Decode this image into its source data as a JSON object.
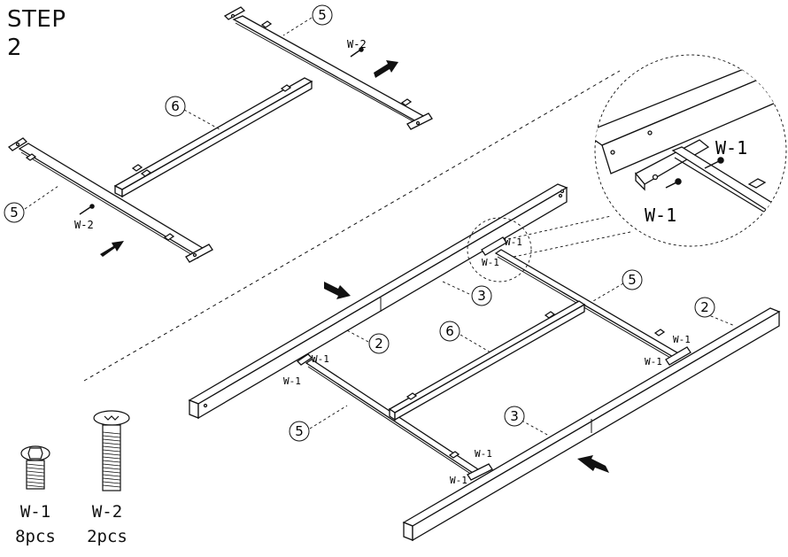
{
  "step": {
    "label": "STEP",
    "number": "2"
  },
  "parts": {
    "p2": "2",
    "p3": "3",
    "p5": "5",
    "p6": "6"
  },
  "screw_labels": {
    "w1": "W-1",
    "w2": "W-2"
  },
  "hardware": [
    {
      "id": "W-1",
      "qty": "8pcs"
    },
    {
      "id": "W-2",
      "qty": "2pcs"
    }
  ],
  "colors": {
    "line": "#111111",
    "fill": "#ffffff",
    "arrow": "#111111"
  }
}
